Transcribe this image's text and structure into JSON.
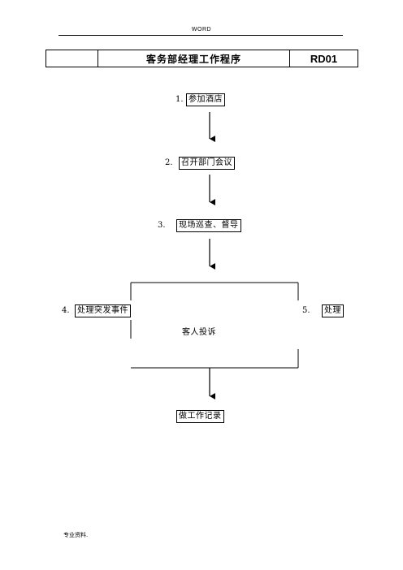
{
  "header": {
    "word": "WORD"
  },
  "title_row": {
    "title": "客务部经理工作程序",
    "code": "RD01"
  },
  "steps": [
    {
      "number": "1.",
      "label": "参加酒店"
    },
    {
      "number": "2.",
      "label": "召开部门会议"
    },
    {
      "number": "3.",
      "label": "现场巡查、督导"
    },
    {
      "number": "4.",
      "label": "处理突发事件"
    },
    {
      "number": "5.",
      "label": "处理"
    }
  ],
  "center_label": "客人投诉",
  "final_step": {
    "label": "做工作记录"
  },
  "footer": {
    "text": "专业资料."
  }
}
